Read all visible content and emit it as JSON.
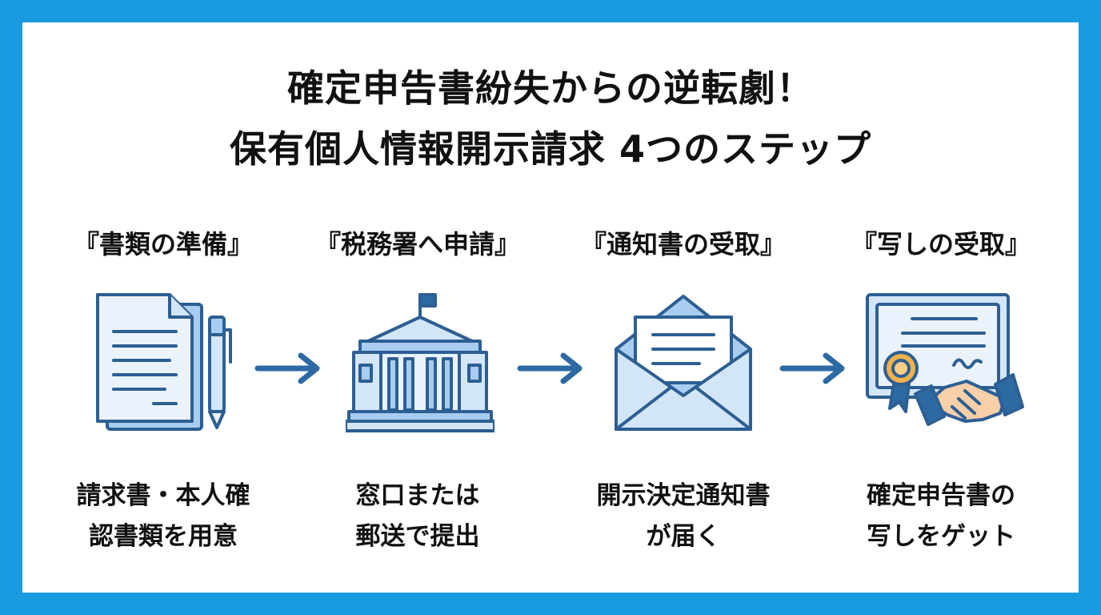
{
  "title": {
    "line1": "確定申告書紛失からの逆転劇！",
    "line2": "保有個人情報開示請求 4つのステップ"
  },
  "steps": [
    {
      "label": "『書類の準備』",
      "icon": "document-pen-icon",
      "desc_line1": "請求書・本人確",
      "desc_line2": "認書類を用意"
    },
    {
      "label": "『税務署へ申請』",
      "icon": "government-building-icon",
      "desc_line1": "窓口または",
      "desc_line2": "郵送で提出"
    },
    {
      "label": "『通知書の受取』",
      "icon": "open-envelope-icon",
      "desc_line1": "開示決定通知書",
      "desc_line2": "が届く"
    },
    {
      "label": "『写しの受取』",
      "icon": "certificate-handshake-icon",
      "desc_line1": "確定申告書の",
      "desc_line2": "写しをゲット"
    }
  ],
  "colors": {
    "frame": "#1a9be0",
    "icon_stroke": "#2d5f93",
    "icon_fill": "#d3e6f8",
    "icon_fill_dark": "#a9cdf0",
    "arrow": "#2d6aa3",
    "seal": "#f0b24a",
    "skin": "#f7cfa8"
  }
}
